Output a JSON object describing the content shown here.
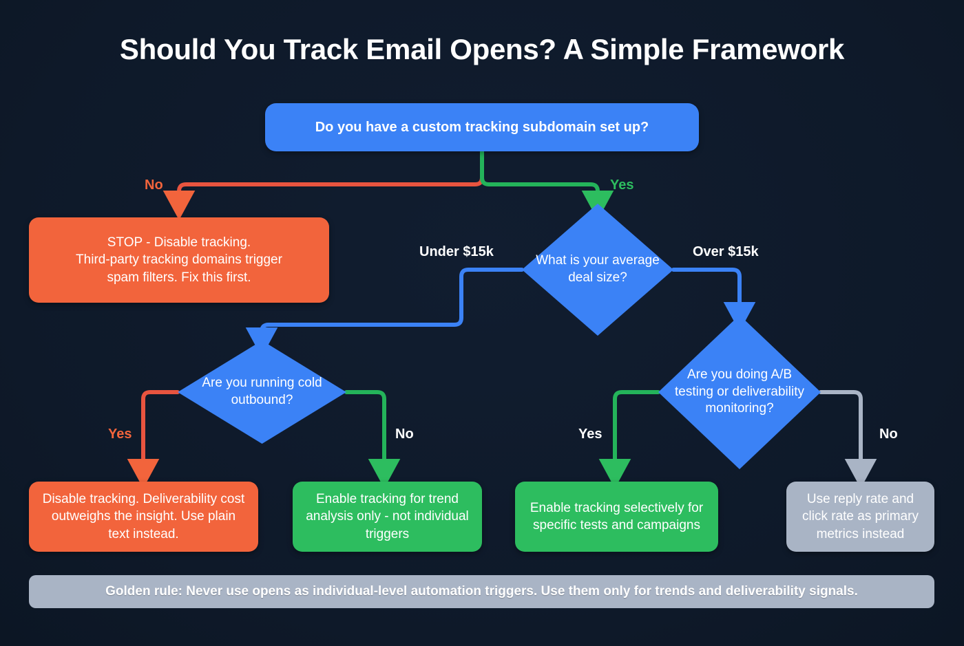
{
  "title": "Should You Track Email Opens? A Simple Framework",
  "colors": {
    "background": "#101c2e",
    "decision_blue": "#3b82f6",
    "negative_orange": "#f2643c",
    "positive_green": "#2dbd5f",
    "neutral_gray": "#a9b4c5",
    "text_white": "#ffffff"
  },
  "nodes": {
    "root": {
      "text": "Do you have a custom tracking subdomain set up?",
      "shape": "rounded-rect",
      "color": "#3b82f6"
    },
    "stop": {
      "text": "STOP - Disable tracking.\nThird-party tracking domains trigger\nspam filters. Fix this first.",
      "shape": "rounded-rect",
      "color": "#f2643c"
    },
    "deal_size": {
      "text": "What is your average deal size?",
      "shape": "diamond",
      "color": "#3b82f6"
    },
    "cold_outbound": {
      "text": "Are you running cold outbound?",
      "shape": "diamond",
      "color": "#3b82f6"
    },
    "ab_testing": {
      "text": "Are you doing A/B testing or deliverability monitoring?",
      "shape": "diamond",
      "color": "#3b82f6"
    },
    "disable_tracking": {
      "text": "Disable tracking. Deliverability cost outweighs the insight. Use plain text instead.",
      "shape": "rounded-rect",
      "color": "#f2643c"
    },
    "trend_analysis": {
      "text": "Enable tracking for trend analysis only - not individual triggers",
      "shape": "rounded-rect",
      "color": "#2dbd5f"
    },
    "selective_tracking": {
      "text": "Enable tracking selectively for specific tests and campaigns",
      "shape": "rounded-rect",
      "color": "#2dbd5f"
    },
    "reply_click_rate": {
      "text": "Use reply rate and click rate as primary metrics instead",
      "shape": "rounded-rect",
      "color": "#a9b4c5"
    }
  },
  "edge_labels": {
    "root_no": "No",
    "root_yes": "Yes",
    "deal_under": "Under $15k",
    "deal_over": "Over $15k",
    "cold_yes": "Yes",
    "cold_no": "No",
    "ab_yes": "Yes",
    "ab_no": "No"
  },
  "footer": {
    "text": "Golden rule: Never use opens as individual-level automation triggers. Use them only for trends and deliverability signals."
  },
  "chart_data": {
    "type": "diagram",
    "diagram_type": "flowchart-decision-tree",
    "title": "Should You Track Email Opens? A Simple Framework",
    "nodes": [
      {
        "id": "root",
        "type": "decision",
        "label": "Do you have a custom tracking subdomain set up?",
        "color": "#3b82f6"
      },
      {
        "id": "stop",
        "type": "terminal",
        "label": "STOP - Disable tracking. Third-party tracking domains trigger spam filters. Fix this first.",
        "color": "#f2643c"
      },
      {
        "id": "deal_size",
        "type": "decision",
        "label": "What is your average deal size?",
        "color": "#3b82f6"
      },
      {
        "id": "cold_outbound",
        "type": "decision",
        "label": "Are you running cold outbound?",
        "color": "#3b82f6"
      },
      {
        "id": "ab_testing",
        "type": "decision",
        "label": "Are you doing A/B testing or deliverability monitoring?",
        "color": "#3b82f6"
      },
      {
        "id": "disable_tracking",
        "type": "terminal",
        "label": "Disable tracking. Deliverability cost outweighs the insight. Use plain text instead.",
        "color": "#f2643c"
      },
      {
        "id": "trend_analysis",
        "type": "terminal",
        "label": "Enable tracking for trend analysis only - not individual triggers",
        "color": "#2dbd5f"
      },
      {
        "id": "selective_tracking",
        "type": "terminal",
        "label": "Enable tracking selectively for specific tests and campaigns",
        "color": "#2dbd5f"
      },
      {
        "id": "reply_click_rate",
        "type": "terminal",
        "label": "Use reply rate and click rate as primary metrics instead",
        "color": "#a9b4c5"
      }
    ],
    "edges": [
      {
        "from": "root",
        "to": "stop",
        "label": "No",
        "color": "#f2643c"
      },
      {
        "from": "root",
        "to": "deal_size",
        "label": "Yes",
        "color": "#2dbd5f"
      },
      {
        "from": "deal_size",
        "to": "cold_outbound",
        "label": "Under $15k",
        "color": "#3b82f6"
      },
      {
        "from": "deal_size",
        "to": "ab_testing",
        "label": "Over $15k",
        "color": "#3b82f6"
      },
      {
        "from": "cold_outbound",
        "to": "disable_tracking",
        "label": "Yes",
        "color": "#f2643c"
      },
      {
        "from": "cold_outbound",
        "to": "trend_analysis",
        "label": "No",
        "color": "#2dbd5f"
      },
      {
        "from": "ab_testing",
        "to": "selective_tracking",
        "label": "Yes",
        "color": "#2dbd5f"
      },
      {
        "from": "ab_testing",
        "to": "reply_click_rate",
        "label": "No",
        "color": "#a9b4c5"
      }
    ],
    "footnote": "Golden rule: Never use opens as individual-level automation triggers. Use them only for trends and deliverability signals."
  }
}
